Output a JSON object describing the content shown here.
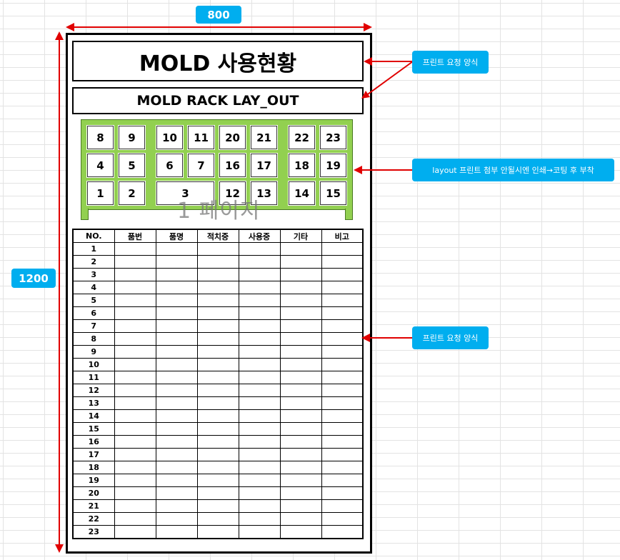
{
  "dimensions": {
    "width_label": "800",
    "height_label": "1200"
  },
  "sheet": {
    "title": "MOLD 사용현황",
    "subtitle": "MOLD RACK LAY_OUT",
    "watermark": "1 페이지"
  },
  "rack": {
    "slots": [
      "8",
      "9",
      "10",
      "11",
      "20",
      "21",
      "22",
      "23",
      "4",
      "5",
      "6",
      "7",
      "16",
      "17",
      "18",
      "19",
      "1",
      "2",
      "3",
      "12",
      "13",
      "14",
      "15"
    ]
  },
  "table": {
    "headers": [
      "NO.",
      "품번",
      "품명",
      "적치중",
      "사용중",
      "기타",
      "비고"
    ],
    "rows": [
      "1",
      "2",
      "3",
      "4",
      "5",
      "6",
      "7",
      "8",
      "9",
      "10",
      "11",
      "12",
      "13",
      "14",
      "15",
      "16",
      "17",
      "18",
      "19",
      "20",
      "21",
      "22",
      "23"
    ]
  },
  "callouts": {
    "print_form_top": "프린트 요청 양식",
    "layout_note": "layout 프린트 첨부 안될시엔 인쇄→코팅 후 부착",
    "print_form_table": "프린트 요청 양식"
  },
  "colors": {
    "rack_green": "#92d050",
    "callout_blue": "#00aeef",
    "arrow_red": "#e00000"
  }
}
